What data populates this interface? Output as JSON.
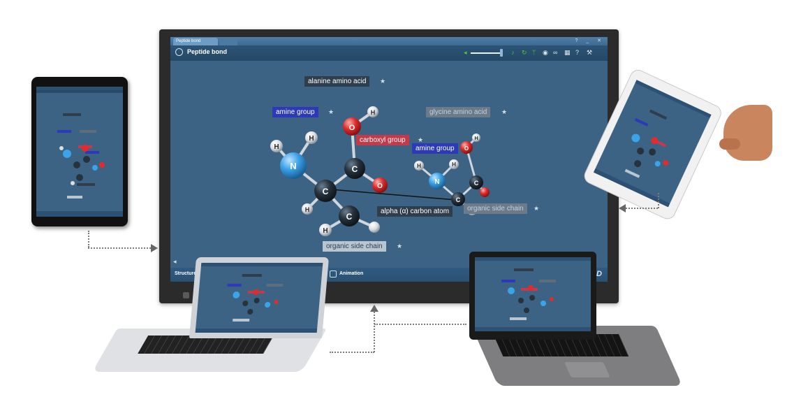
{
  "app": {
    "window_tab": "Peptide bond",
    "title": "Peptide bond",
    "window_controls": "? _ ✕",
    "brand": "3D",
    "bottom": {
      "left_label": "Structure",
      "animation_label": "Animation"
    }
  },
  "toolbar_icons": [
    "speaker-icon",
    "music-icon",
    "refresh-icon",
    "fork-icon",
    "eye-icon",
    "link-icon",
    "grid-icon",
    "info-icon",
    "wrench-icon"
  ],
  "scene_labels": {
    "alanine": "alanine amino acid",
    "glycine": "glycine amino acid",
    "amine1": "amine group",
    "amine2": "amine group",
    "carboxyl": "carboxyl group",
    "alpha": "alpha (α) carbon atom",
    "side1": "organic side chain",
    "side2": "organic side chain"
  },
  "atoms": {
    "N": "N",
    "C": "C",
    "H": "H",
    "O": "O"
  },
  "colors": {
    "screen_bg": "#3c6384",
    "accent_green": "#52c63a",
    "oxygen": "#e02c2c",
    "nitrogen": "#3ba3e8",
    "carbon": "#26323d"
  }
}
